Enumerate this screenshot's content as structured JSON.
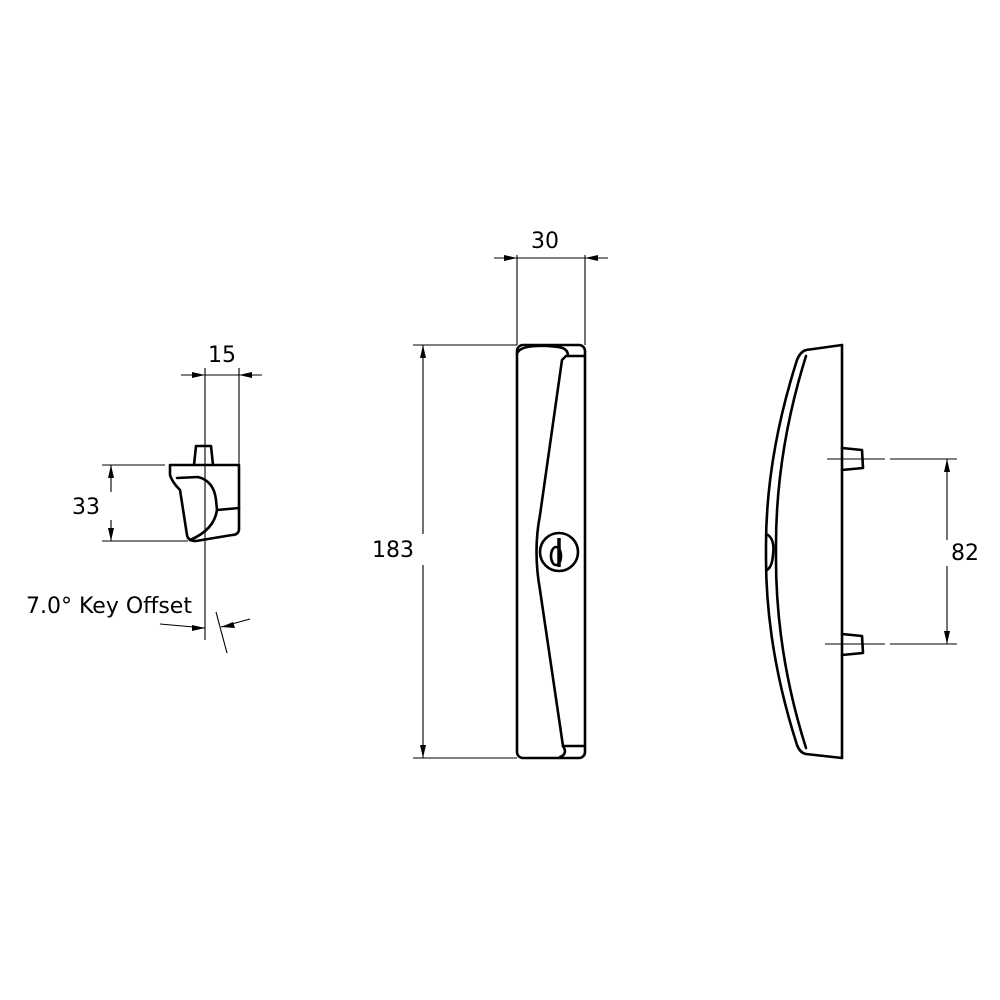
{
  "drawing": {
    "side_view": {
      "width_dim": "15",
      "height_dim": "33",
      "offset_label": "7.0° Key Offset"
    },
    "front_view": {
      "width_dim": "30",
      "height_dim": "183",
      "keyhole": "key-cylinder"
    },
    "rear_view": {
      "pin_spacing_dim": "82"
    },
    "colors": {
      "line": "#000000",
      "background": "#ffffff"
    }
  }
}
